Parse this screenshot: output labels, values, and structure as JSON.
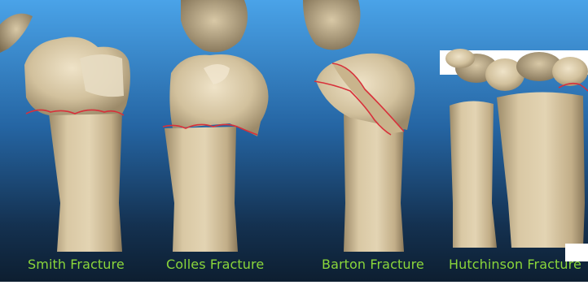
{
  "figure": {
    "colors": {
      "sky_top": "#4aa1e6",
      "sky_bottom": "#0f2437",
      "bone_light": "#e8dbbf",
      "bone_mid": "#cdbb95",
      "bone_dark": "#8f7d5d",
      "fracture_line": "#d8303a",
      "caption": "#8ad63a"
    },
    "captions": [
      {
        "label": "Smith Fracture"
      },
      {
        "label": "Colles Fracture"
      },
      {
        "label": "Barton Fracture"
      },
      {
        "label": "Hutchinson Fracture"
      }
    ]
  }
}
